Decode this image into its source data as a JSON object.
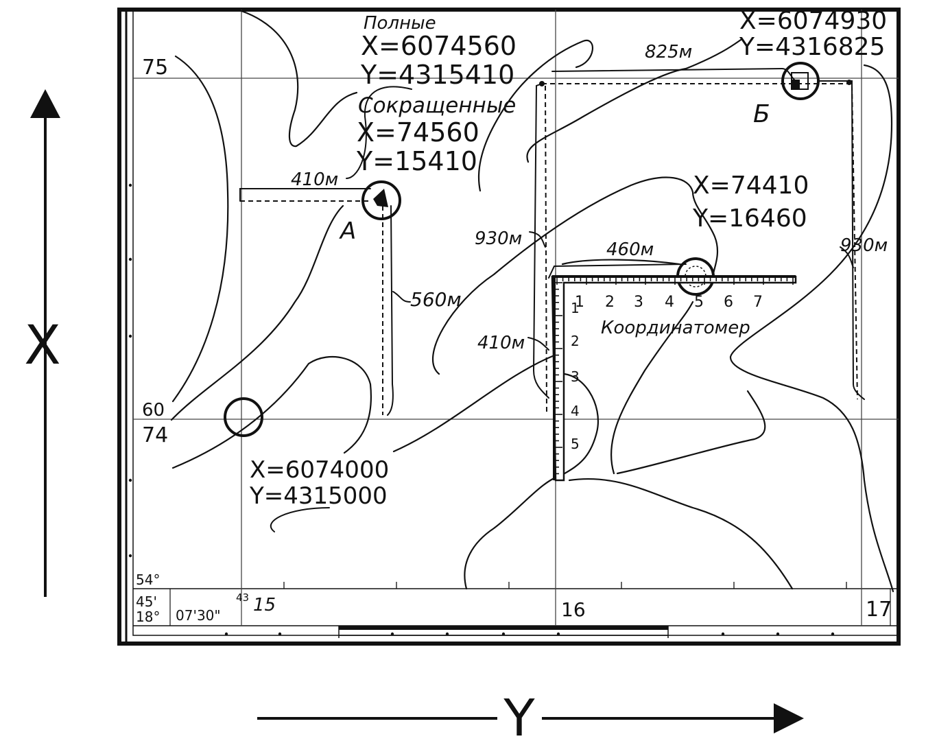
{
  "axes": {
    "x_label": "X",
    "y_label": "Y"
  },
  "grid": {
    "x_lines": [
      "75",
      "60",
      "74"
    ],
    "y_lines": [
      "15",
      "16",
      "17"
    ],
    "y_line_prefix": "43"
  },
  "corner": {
    "lat_deg": "54°",
    "lat_min": "45'",
    "lon_deg": "18°",
    "lon_min": "07'30\""
  },
  "point_a": {
    "label": "А",
    "full_heading": "Полные",
    "full_x": "X=6074560",
    "full_y": "Y=4315410",
    "short_heading": "Сокращенные",
    "short_x": "X=74560",
    "short_y": "Y=15410",
    "dist_y": "410м",
    "dist_x": "560м"
  },
  "point_b": {
    "label": "Б",
    "x": "X=6074930",
    "y": "Y=4316825",
    "dist_y": "825м",
    "dist_x_left": "930м",
    "dist_x_right": "930м"
  },
  "point_c": {
    "x": "X=74410",
    "y": "Y=16460",
    "dist_y": "460м",
    "dist_x": "410м"
  },
  "origin_point": {
    "x": "X=6074000",
    "y": "Y=4315000"
  },
  "ruler": {
    "name": "Координатомер",
    "h_ticks": [
      "1",
      "2",
      "3",
      "4",
      "5",
      "6",
      "7"
    ],
    "v_ticks": [
      "1",
      "2",
      "3",
      "4",
      "5"
    ]
  }
}
